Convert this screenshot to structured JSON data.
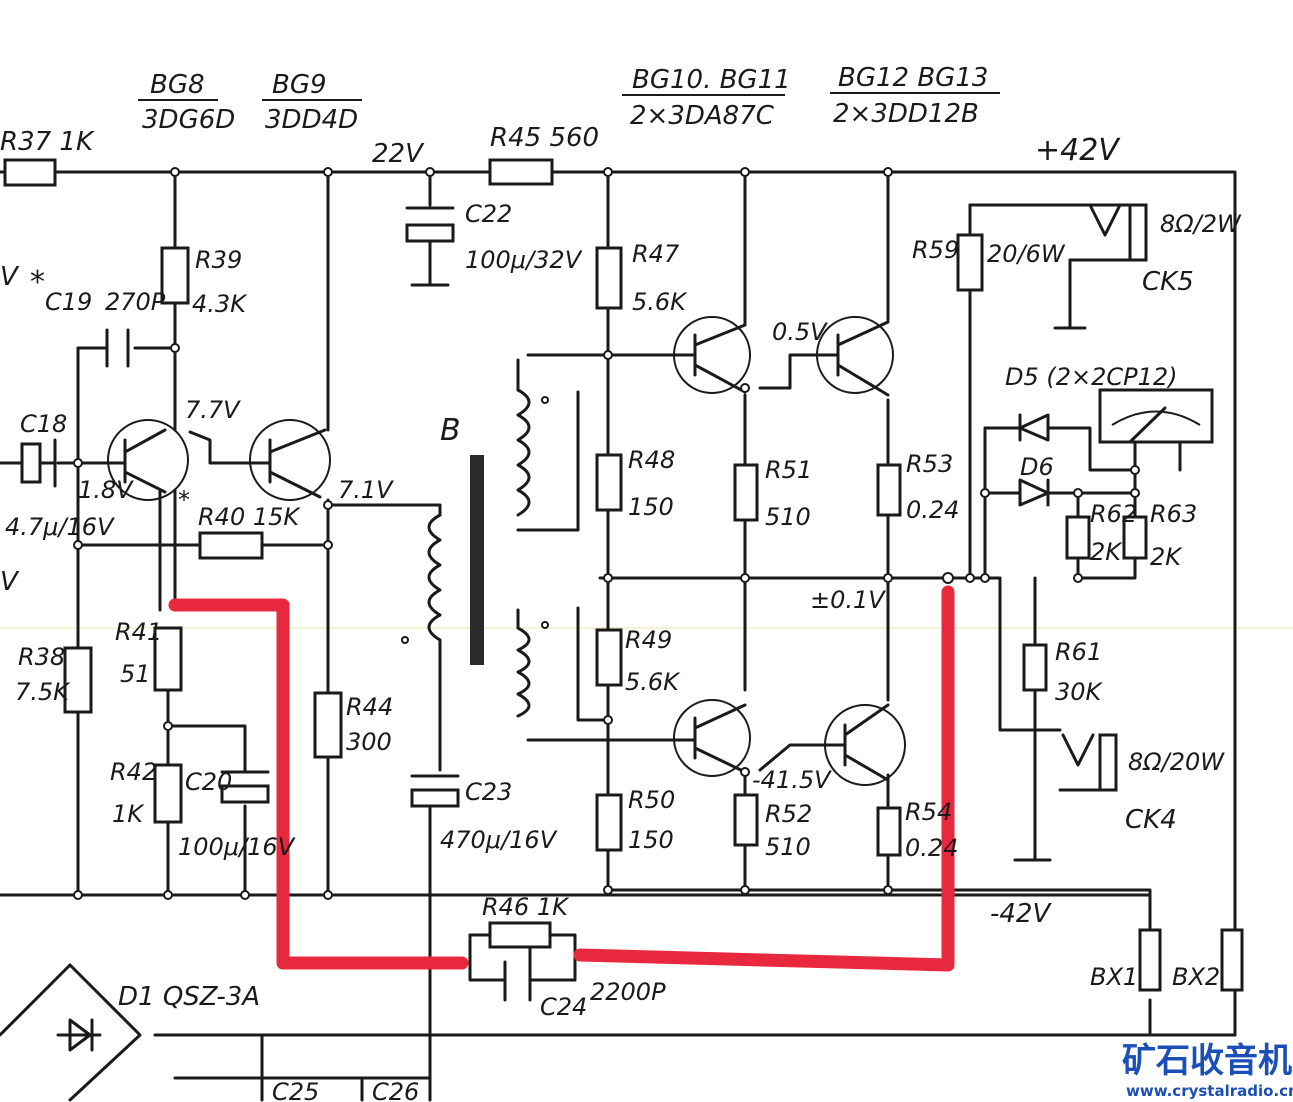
{
  "transistors": {
    "bg8": {
      "ref": "BG8",
      "part": "3DG6D"
    },
    "bg9": {
      "ref": "BG9",
      "part": "3DD4D"
    },
    "bg10_11": {
      "ref": "BG10. BG11",
      "part": "2×3DA87C"
    },
    "bg12_13": {
      "ref": "BG12  BG13",
      "part": "2×3DD12B"
    }
  },
  "resistors": {
    "r37": "R37 1K",
    "r39_ref": "R39",
    "r39_val": "4.3K",
    "r40": "R40 15K",
    "r41_ref": "R41",
    "r41_val": "51",
    "r42_ref": "R42",
    "r42_val": "1K",
    "r38_ref": "R38",
    "r38_val": "7.5K",
    "r44_ref": "R44",
    "r44_val": "300",
    "r45": "R45 560",
    "r46": "R46 1K",
    "r47_ref": "R47",
    "r47_val": "5.6K",
    "r48_ref": "R48",
    "r48_val": "150",
    "r49_ref": "R49",
    "r49_val": "5.6K",
    "r50_ref": "R50",
    "r50_val": "150",
    "r51_ref": "R51",
    "r51_val": "510",
    "r52_ref": "R52",
    "r52_val": "510",
    "r53_ref": "R53",
    "r53_val": "0.24",
    "r54_ref": "R54",
    "r54_val": "0.24",
    "r59_ref": "R59",
    "r59_val": "20/6W",
    "r61_ref": "R61",
    "r61_val": "30K",
    "r62_ref": "R62",
    "r62_val": "2K",
    "r63_ref": "R63",
    "r63_val": "2K"
  },
  "capacitors": {
    "c18_ref": "C18",
    "c18_val": "4.7μ/16V",
    "c19": "C19",
    "c19_val": "270P",
    "c19_mark": "*",
    "c20_ref": "C20",
    "c20_val": "100μ/16V",
    "c22_ref": "C22",
    "c22_val": "100μ/32V",
    "c23_ref": "C23",
    "c23_val": "470μ/16V",
    "c24_ref": "C24",
    "c24_val": "2200P",
    "c25": "C25",
    "c26": "C26"
  },
  "voltages": {
    "v22": "22V",
    "plus42": "+42V",
    "minus42": "-42V",
    "v77": "7.7V",
    "v71": "7.1V",
    "v18": "1.8V",
    "v05": "0.5V",
    "v01": "±0.1V",
    "v415": "-41.5V",
    "left_v1": "V",
    "left_v2": "V"
  },
  "others": {
    "transformer": "B",
    "d5": "D5 (2×2CP12)",
    "d6": "D6",
    "d1": "D1 QSZ-3A",
    "ck5": "CK5",
    "ck5_spk": "8Ω/2W",
    "ck4": "CK4",
    "ck4_spk": "8Ω/20W",
    "bx1": "BX1",
    "bx2": "BX2",
    "mark_star": "*"
  },
  "watermark": {
    "name": "矿石收音机",
    "url": "www.crystalradio.cn"
  },
  "colors": {
    "highlight": "#e8283c",
    "ink": "#1a1a1a",
    "watermark": "#1b4fb8"
  }
}
